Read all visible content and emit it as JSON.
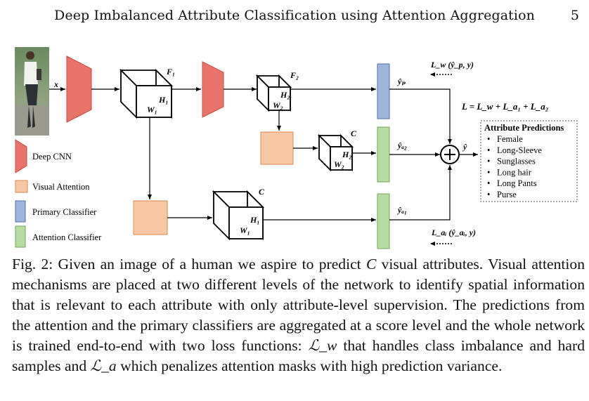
{
  "header": {
    "title": "Deep Imbalanced Attribute Classification using Attention Aggregation",
    "page_number": "5"
  },
  "figure": {
    "input_label": "x",
    "feature_labels": {
      "f1": "F₁",
      "h1": "H₁",
      "w1": "W₁",
      "f2": "F₂",
      "h2": "H₂",
      "w2": "W₂",
      "c_upper": "C",
      "h2b": "H₂",
      "w2b": "W₂",
      "c_lower": "C",
      "h1b": "H₁",
      "w1b": "W₁"
    },
    "outputs": {
      "y_p": "ŷₚ",
      "y_a2": "ŷₐ₂",
      "y_a1": "ŷₐ₁",
      "y_hat": "ŷ"
    },
    "losses": {
      "lw": "L_w (ŷ_p, y)",
      "total": "L = L_w + L_a₁ + L_a₂",
      "la": "L_aᵢ (ŷ_aᵢ, y)"
    },
    "legend": [
      {
        "label": "Deep CNN",
        "color": "#e8736b"
      },
      {
        "label": "Visual Attention",
        "color": "#f8c8a6"
      },
      {
        "label": "Primary Classifier",
        "color": "#9fb6dc"
      },
      {
        "label": "Attention Classifier",
        "color": "#b7dca1"
      }
    ],
    "attribute_predictions": {
      "title": "Attribute Predictions",
      "items": [
        "Female",
        "Long-Sleeve",
        "Sunglasses",
        "Long hair",
        "Long Pants",
        "Purse"
      ]
    }
  },
  "caption": {
    "prefix": "Fig. 2: Given an image of a human we aspire to predict ",
    "var_c": "C",
    "part2": " visual attributes. Visual attention mechanisms are placed at two different levels of the network to identify spatial information that is relevant to each attribute with only attribute-level supervision. The predictions from the attention and the primary classifiers are aggregated at a score level and the whole network is trained end-to-end with two loss functions: ",
    "lw": "ℒ_w",
    "part3": " that handles class imbalance and hard samples and ",
    "la": "ℒ_a",
    "part4": " which penalizes attention masks with high prediction variance."
  }
}
